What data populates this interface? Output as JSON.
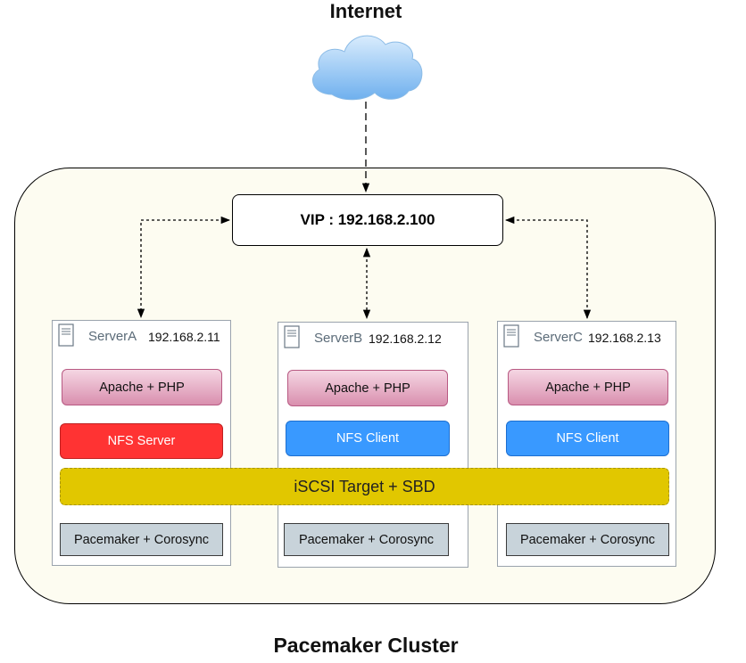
{
  "internet": {
    "title": "Internet"
  },
  "vip": {
    "label": "VIP : 192.168.2.100"
  },
  "cluster": {
    "title": "Pacemaker Cluster"
  },
  "shared": {
    "label": "iSCSI Target + SBD"
  },
  "servers": [
    {
      "name": "ServerA",
      "ip": "192.168.2.11",
      "app": "Apache + PHP",
      "nfs": "NFS Server",
      "ha": "Pacemaker + Corosync"
    },
    {
      "name": "ServerB",
      "ip": "192.168.2.12",
      "app": "Apache + PHP",
      "nfs": "NFS Client",
      "ha": "Pacemaker + Corosync"
    },
    {
      "name": "ServerC",
      "ip": "192.168.2.13",
      "app": "Apache + PHP",
      "nfs": "NFS Client",
      "ha": "Pacemaker + Corosync"
    }
  ],
  "colors": {
    "cluster_bg": "#fdfcf1",
    "apache_top": "#f5d6e3",
    "apache_bottom": "#d98fae",
    "nfs_server": "#ff3333",
    "nfs_client": "#3999ff",
    "shared_storage": "#e1c700",
    "pacemaker": "#c8d3da",
    "cloud": "#8ec5f5"
  },
  "icons": {
    "cloud": "cloud-icon",
    "server": "server-icon"
  }
}
